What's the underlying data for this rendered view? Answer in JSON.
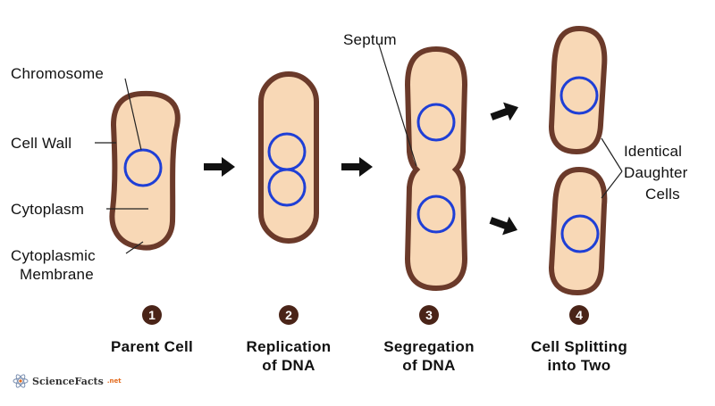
{
  "labels": {
    "chromosome": "Chromosome",
    "cell_wall": "Cell Wall",
    "cytoplasm": "Cytoplasm",
    "cytoplasmic_membrane_line1": "Cytoplasmic",
    "cytoplasmic_membrane_line2": "Membrane",
    "septum": "Septum",
    "identical_line1": "Identical",
    "identical_line2": "Daughter",
    "identical_line3": "Cells"
  },
  "steps": [
    {
      "number": "1",
      "title_line1": "Parent Cell",
      "title_line2": ""
    },
    {
      "number": "2",
      "title_line1": "Replication",
      "title_line2": "of DNA"
    },
    {
      "number": "3",
      "title_line1": "Segregation",
      "title_line2": "of DNA"
    },
    {
      "number": "4",
      "title_line1": "Cell Splitting",
      "title_line2": "into Two"
    }
  ],
  "logo": {
    "name": "ScienceFacts",
    "suffix": ".net"
  },
  "colors": {
    "cell_wall": "#6b3a2a",
    "cytoplasm": "#f8d8b6",
    "chromosome": "#1f3fd6",
    "arrow": "#111111",
    "badge": "#4a2418"
  }
}
